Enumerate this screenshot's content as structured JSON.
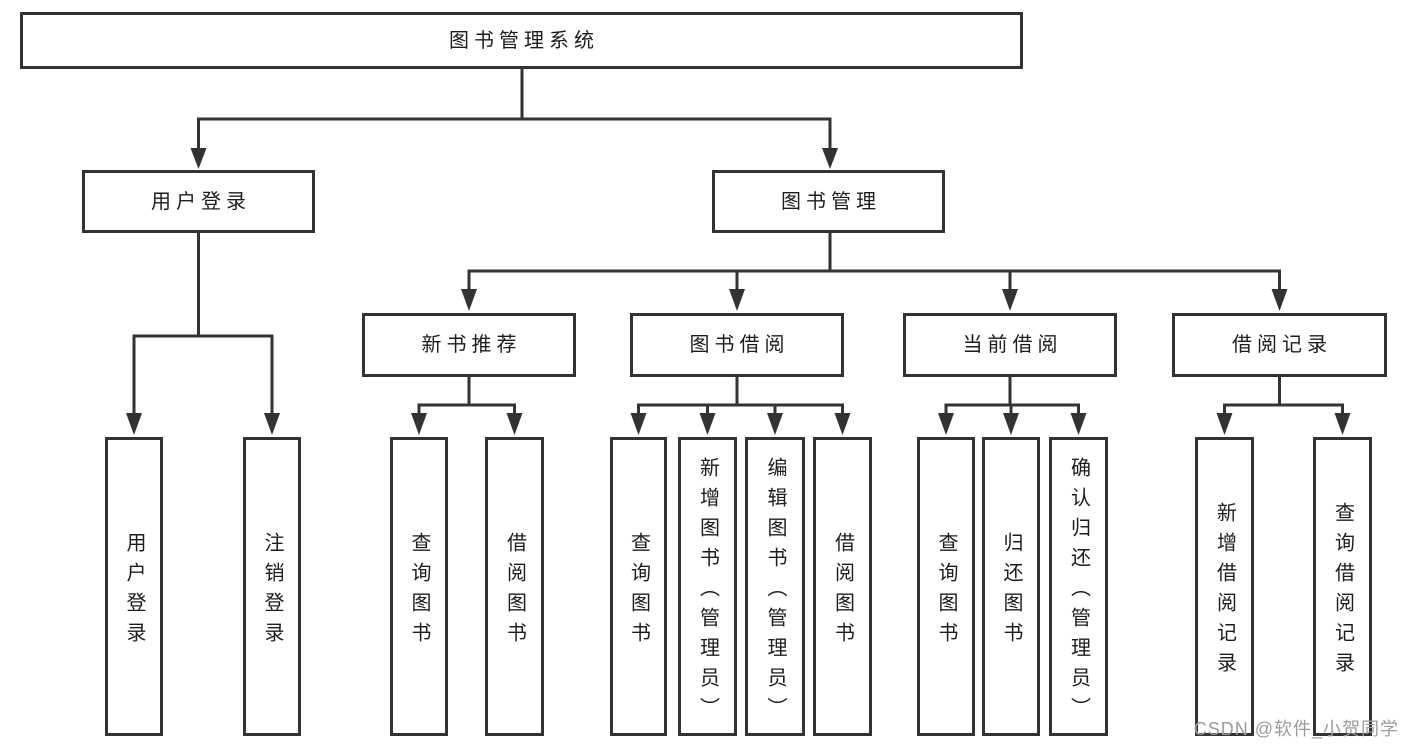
{
  "colors": {
    "line": "#333333",
    "box_border": "#333333",
    "text": "#1d1d1f",
    "watermark": "#9c9c9c",
    "background": "#ffffff"
  },
  "root": {
    "label": "图书管理系统"
  },
  "level2": [
    {
      "label": "用户登录"
    },
    {
      "label": "图书管理"
    }
  ],
  "level3": [
    {
      "label": "新书推荐"
    },
    {
      "label": "图书借阅"
    },
    {
      "label": "当前借阅"
    },
    {
      "label": "借阅记录"
    }
  ],
  "leaves": [
    {
      "label": "用户登录"
    },
    {
      "label": "注销登录"
    },
    {
      "label": "查询图书"
    },
    {
      "label": "借阅图书"
    },
    {
      "label": "查询图书"
    },
    {
      "label": "新增图书（管理员）"
    },
    {
      "label": "编辑图书（管理员）"
    },
    {
      "label": "借阅图书"
    },
    {
      "label": "查询图书"
    },
    {
      "label": "归还图书"
    },
    {
      "label": "确认归还（管理员）"
    },
    {
      "label": "新增借阅记录"
    },
    {
      "label": "查询借阅记录"
    }
  ],
  "watermark": "CSDN @软件_小贺同学"
}
